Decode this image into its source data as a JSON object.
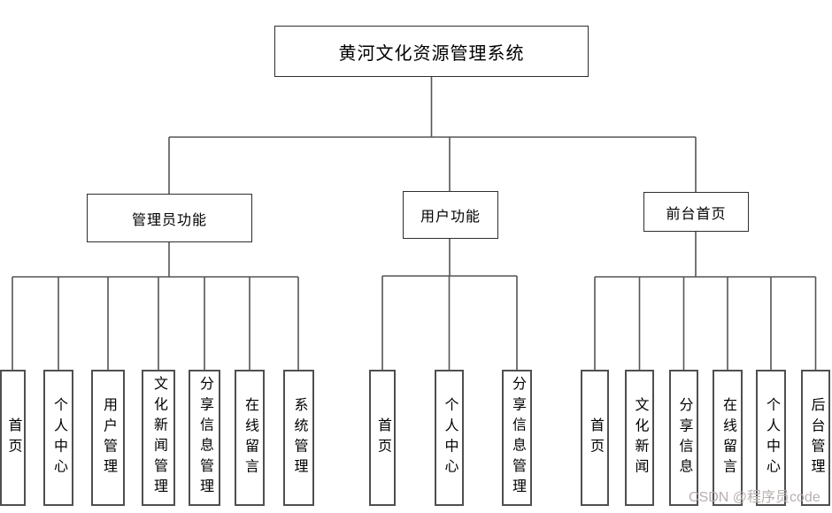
{
  "diagram": {
    "root": {
      "label": "黄河文化资源管理系统"
    },
    "branches": [
      {
        "label": "管理员功能",
        "children": [
          {
            "label": "首页"
          },
          {
            "label": "个人中心"
          },
          {
            "label": "用户管理"
          },
          {
            "label": "文化新闻管理"
          },
          {
            "label": "分享信息管理"
          },
          {
            "label": "在线留言"
          },
          {
            "label": "系统管理"
          }
        ]
      },
      {
        "label": "用户功能",
        "children": [
          {
            "label": "首页"
          },
          {
            "label": "个人中心"
          },
          {
            "label": "分享信息管理"
          }
        ]
      },
      {
        "label": "前台首页",
        "children": [
          {
            "label": "首页"
          },
          {
            "label": "文化新闻"
          },
          {
            "label": "分享信息"
          },
          {
            "label": "在线留言"
          },
          {
            "label": "个人中心"
          },
          {
            "label": "后台管理"
          }
        ]
      }
    ]
  },
  "watermark": {
    "text": "CSDN @程序员code",
    "color": "#b9afaf"
  },
  "colors": {
    "line": "#555555",
    "box_border": "#2e2e2e",
    "background": "#ffffff"
  }
}
